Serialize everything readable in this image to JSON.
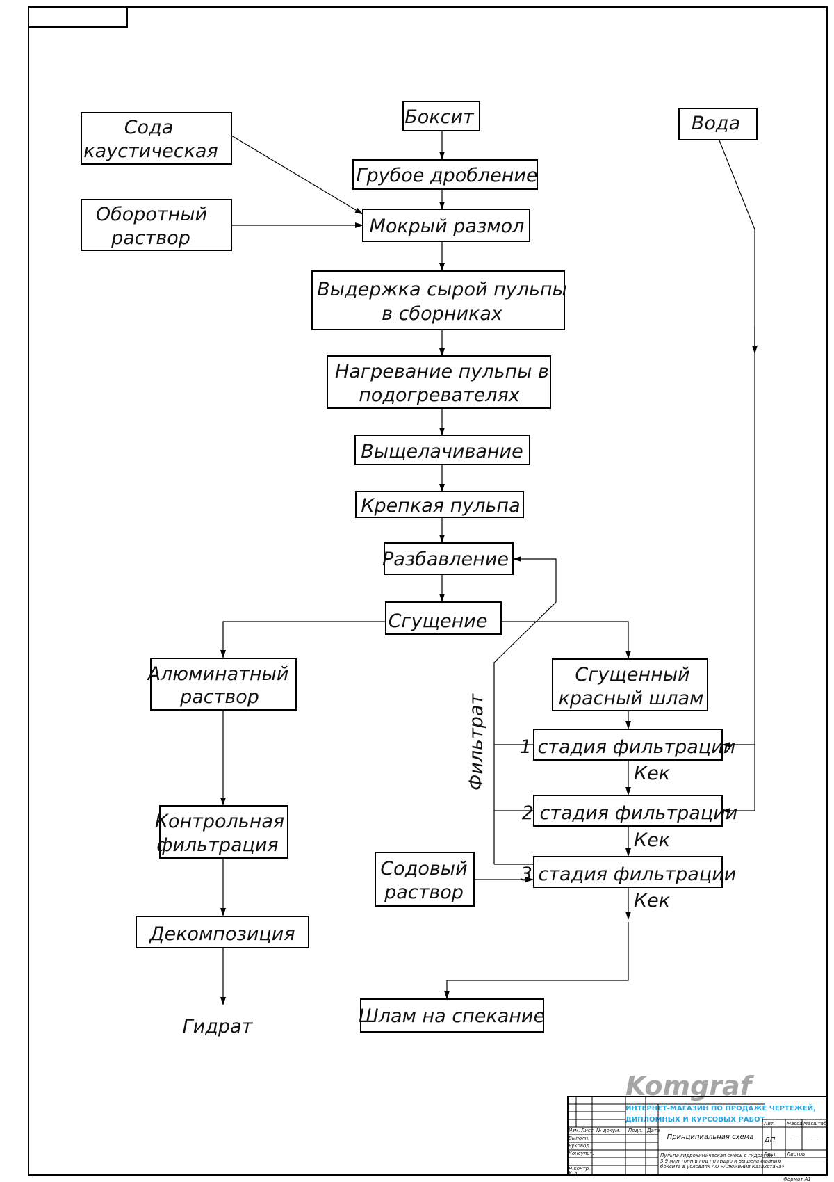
{
  "nodes": {
    "soda": [
      "Сода",
      "каустическая"
    ],
    "bauxite": "Боксит",
    "water": "Вода",
    "coarse_crushing": "Грубое дробление",
    "recycle_solution": [
      "Оборотный",
      "раствор"
    ],
    "wet_grinding": "Мокрый размол",
    "holding": [
      "Выдержка сырой пульпы",
      "в сборниках"
    ],
    "heating": [
      "Нагревание пульпы в",
      "подогревателях"
    ],
    "leaching": "Выщелачивание",
    "strong_pulp": "Крепкая пульпа",
    "dilution": "Разбавление",
    "thickening": "Сгущение",
    "aluminate_solution": [
      "Алюминатный",
      "раствор"
    ],
    "thickened_red_mud": [
      "Сгущенный",
      "красный шлам"
    ],
    "stage1": "1 стадия фильтрации",
    "stage2": "2 стадия фильтрации",
    "stage3": "3 стадия фильтрации",
    "control_filtration": [
      "Контрольная",
      "фильтрация"
    ],
    "soda_solution": [
      "Содовый",
      "раствор"
    ],
    "decomposition": "Декомпозиция",
    "hydrate": "Гидрат",
    "mud_to_sintering": "Шлам на спекание"
  },
  "edge_labels": {
    "filtrate": "Фильтрат",
    "cake_1": "Кек",
    "cake_2": "Кек",
    "cake_3": "Кек"
  },
  "title_block": {
    "logo": "Komgraf",
    "logo_line1": "ИНТЕРНЕТ-МАГАЗИН ПО ПРОДАЖЕ ЧЕРТЕЖЕЙ,",
    "logo_line2": "ДИПЛОМНЫХ И КУРСОВЫХ РАБОТ",
    "drawing_title": "Принципиальная схема",
    "stage": "ДП",
    "mass": "—",
    "scale": "—",
    "col_lit": "Лит.",
    "col_mass": "Масса",
    "col_scale": "Масштаб",
    "sheet_label": "Лист",
    "sheets_label": "Листов",
    "description": [
      "Пульпа гидрохимическая смесь с гидратом",
      "3,9 млн тонн в год по гидро и выщелачиванию",
      "боксита в условиях АО «Алюминий Казахстана»"
    ],
    "headers": [
      "Изм.",
      "Лист",
      "№ докум.",
      "Подп.",
      "Дата"
    ],
    "roles": [
      "Выполн.",
      "Руковод.",
      "Консульт.",
      "",
      "Н.контр.",
      "Утв."
    ],
    "format": "Формат А1"
  },
  "colors": {
    "line": "#000000",
    "logo_gray": "#a6a6a6",
    "logo_blue": "#2aa6df"
  }
}
